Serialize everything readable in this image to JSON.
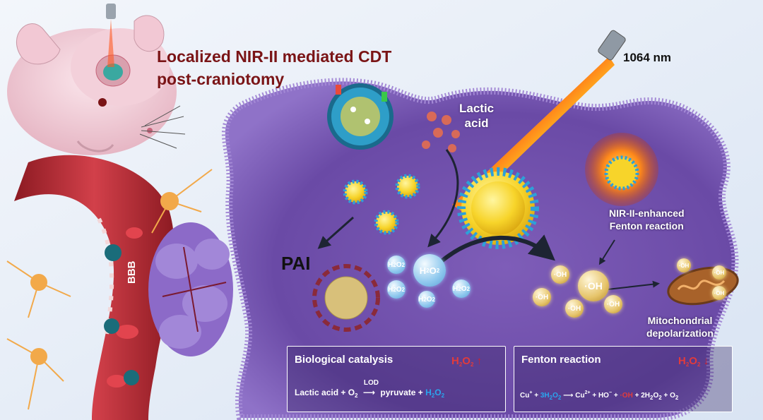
{
  "title": {
    "line1": "Localized NIR-II mediated CDT",
    "line2": "post-craniotomy"
  },
  "laser": {
    "wavelength": "1064 nm"
  },
  "labels": {
    "lactic_line1": "Lactic",
    "lactic_line2": "acid",
    "nir_line1": "NIR-II-enhanced",
    "nir_line2": "Fenton reaction",
    "mito_line1": "Mitochondrial",
    "mito_line2": "depolarization",
    "pai": "PAI",
    "bbb": "BBB"
  },
  "molecules": {
    "h2o2_a": "H",
    "h2o2_b": "2",
    "h2o2_c": "O",
    "h2o2_d": "2",
    "oh_prefix": "·",
    "oh": "OH"
  },
  "box_left": {
    "heading": "Biological catalysis",
    "eq_lactic": "Lactic acid + O",
    "eq_sub2": "2",
    "eq_enzyme": "LOD",
    "eq_pyruvate": "pyruvate + ",
    "eq_h": "H",
    "eq_o": "O"
  },
  "box_right": {
    "heading": "Fenton reaction",
    "cu_plus": "Cu",
    "sup_plus": "+",
    "plus": " + ",
    "h2o2_coeff": "3H",
    "sub2": "2",
    "o": "O",
    "cu2": "Cu",
    "sup_2plus": "2+",
    "ho": " + HO",
    "sup_minus": "−",
    "oh_term": "·OH",
    "tail_a": " + 2H",
    "tail_b": " + O"
  },
  "colors": {
    "title": "#7a1416",
    "cell": "#8a6bc0",
    "vessel": "#c8323a",
    "laser": "#ff4a14",
    "nanoparticle_core": "#f7d42a",
    "arrow_up": "#d41f2b",
    "arrow_down": "#d41f2b",
    "h2o2_blue": "#2aa6ef"
  }
}
